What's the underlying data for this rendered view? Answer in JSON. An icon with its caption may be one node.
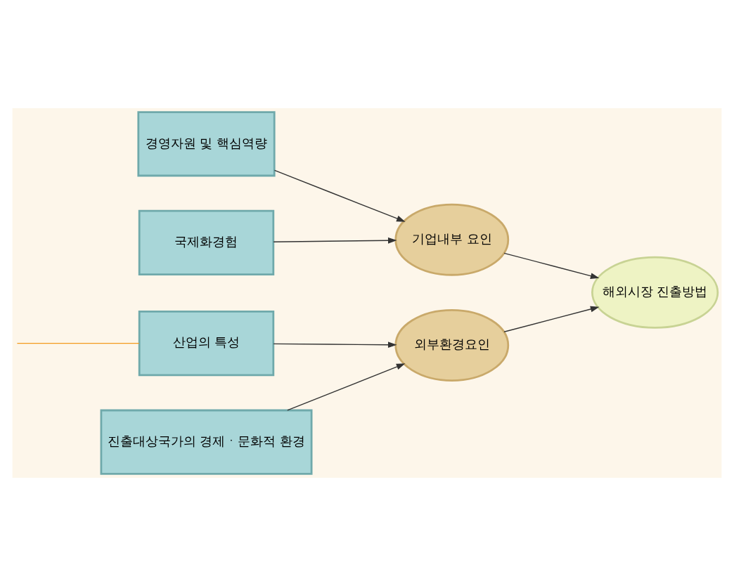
{
  "diagram": {
    "nodes": [
      {
        "text": [
          "경영자원 및 핵심역량"
        ]
      },
      {
        "text": [
          "국제화경험"
        ]
      },
      {
        "text": [
          "산업의 특성"
        ]
      },
      {
        "text": [
          "진출대상국가의 경제ㆍ문화적 환경"
        ]
      },
      {
        "text": [
          "기업내부 요인"
        ]
      },
      {
        "text": [
          "외부환경요인"
        ]
      },
      {
        "text": [
          "해외시장 진출방법"
        ]
      }
    ],
    "edges": [
      {
        "from": 0,
        "to": 4,
        "arrow": "to"
      },
      {
        "from": 1,
        "to": 4,
        "arrow": "to"
      },
      {
        "from": 2,
        "to": 5,
        "arrow": "to"
      },
      {
        "from": 3,
        "to": 5,
        "arrow": "to"
      },
      {
        "from": 4,
        "to": 6,
        "arrow": "to"
      },
      {
        "from": 5,
        "to": 6,
        "arrow": "to"
      },
      {
        "from": null,
        "to": 2,
        "arrow": "none",
        "color": "#f39a1e"
      }
    ]
  }
}
